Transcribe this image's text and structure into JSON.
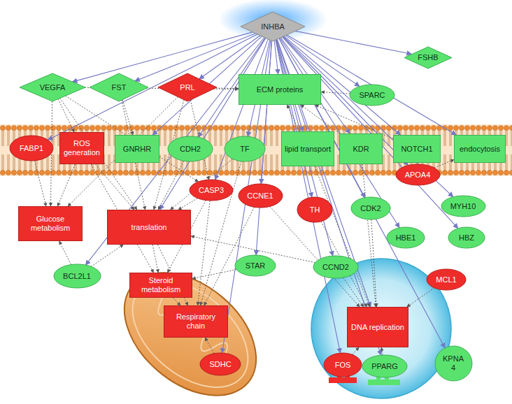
{
  "diagram": {
    "nodes": [
      {
        "text": [
          "INHBA"
        ]
      },
      {
        "text": [
          "FSHB"
        ]
      },
      {
        "text": [
          "VEGFA"
        ]
      },
      {
        "text": [
          "FST"
        ]
      },
      {
        "text": [
          "PRL"
        ]
      },
      {
        "text": [
          "ECM proteins"
        ]
      },
      {
        "text": [
          "SPARC"
        ]
      },
      {
        "text": [
          "FABP1"
        ]
      },
      {
        "text": [
          "ROS generation"
        ]
      },
      {
        "text": [
          "GNRHR"
        ]
      },
      {
        "text": [
          "CDH2"
        ]
      },
      {
        "text": [
          "TF"
        ]
      },
      {
        "text": [
          "lipid transport"
        ]
      },
      {
        "text": [
          "KDR"
        ]
      },
      {
        "text": [
          "NOTCH1"
        ]
      },
      {
        "text": [
          "endocytosis"
        ]
      },
      {
        "text": [
          "APOA4"
        ]
      },
      {
        "text": [
          "CASP3"
        ]
      },
      {
        "text": [
          "CCNE1"
        ]
      },
      {
        "text": [
          "Glucose metabolism"
        ]
      },
      {
        "text": [
          "translation"
        ]
      },
      {
        "text": [
          "TH"
        ]
      },
      {
        "text": [
          "CDK2"
        ]
      },
      {
        "text": [
          "MYH10"
        ]
      },
      {
        "text": [
          "HBE1"
        ]
      },
      {
        "text": [
          "HBZ"
        ]
      },
      {
        "text": [
          "BCL2L1"
        ]
      },
      {
        "text": [
          "STAR"
        ]
      },
      {
        "text": [
          "CCND2"
        ]
      },
      {
        "text": [
          "Steroid metabolism"
        ]
      },
      {
        "text": [
          "MCL1"
        ]
      },
      {
        "text": [
          "Respiratory chain"
        ]
      },
      {
        "text": [
          "DNA replication"
        ]
      },
      {
        "text": [
          "KPNA 4"
        ]
      },
      {
        "text": [
          "SDHC"
        ]
      },
      {
        "text": [
          "FOS"
        ]
      },
      {
        "text": [
          "PPARG"
        ]
      }
    ],
    "edges": [
      {
        "from": 0,
        "to": 1,
        "arrow": "to"
      },
      {
        "from": 0,
        "to": 2,
        "arrow": "to"
      },
      {
        "from": 0,
        "to": 3,
        "arrow": "to"
      },
      {
        "from": 0,
        "to": 4,
        "arrow": "to"
      },
      {
        "from": 0,
        "to": 5,
        "arrow": "to"
      },
      {
        "from": 0,
        "to": 6,
        "arrow": "to"
      },
      {
        "from": 0,
        "to": 7,
        "arrow": "to"
      },
      {
        "from": 0,
        "to": 9,
        "arrow": "to"
      },
      {
        "from": 0,
        "to": 10,
        "arrow": "to"
      },
      {
        "from": 0,
        "to": 11,
        "arrow": "to"
      },
      {
        "from": 0,
        "to": 12,
        "arrow": "to"
      },
      {
        "from": 0,
        "to": 13,
        "arrow": "to"
      },
      {
        "from": 0,
        "to": 14,
        "arrow": "to"
      },
      {
        "from": 0,
        "to": 15,
        "arrow": "to"
      },
      {
        "from": 0,
        "to": 16,
        "arrow": "to"
      },
      {
        "from": 0,
        "to": 17,
        "arrow": "to"
      },
      {
        "from": 0,
        "to": 18,
        "arrow": "to"
      },
      {
        "from": 0,
        "to": 20,
        "arrow": "to"
      },
      {
        "from": 0,
        "to": 21,
        "arrow": "to"
      },
      {
        "from": 0,
        "to": 22,
        "arrow": "to"
      },
      {
        "from": 0,
        "to": 23,
        "arrow": "to"
      },
      {
        "from": 0,
        "to": 24,
        "arrow": "to"
      },
      {
        "from": 0,
        "to": 25,
        "arrow": "to"
      },
      {
        "from": 0,
        "to": 26,
        "arrow": "to"
      },
      {
        "from": 0,
        "to": 27,
        "arrow": "to"
      },
      {
        "from": 0,
        "to": 28,
        "arrow": "to"
      },
      {
        "from": 0,
        "to": 32,
        "arrow": "to"
      },
      {
        "from": 0,
        "to": 33,
        "arrow": "to"
      },
      {
        "from": 0,
        "to": 34,
        "arrow": "to"
      },
      {
        "from": 0,
        "to": 35,
        "arrow": "to"
      },
      {
        "from": 0,
        "to": 36,
        "arrow": "to"
      },
      {
        "from": 2,
        "to": 19,
        "arrow": "to"
      },
      {
        "from": 2,
        "to": 8,
        "arrow": "to"
      },
      {
        "from": 2,
        "to": 20,
        "arrow": "to"
      },
      {
        "from": 2,
        "to": 17,
        "arrow": "to"
      },
      {
        "from": 2,
        "to": 5,
        "arrow": "to"
      },
      {
        "from": 3,
        "to": 9,
        "arrow": "to"
      },
      {
        "from": 3,
        "to": 20,
        "arrow": "to"
      },
      {
        "from": 4,
        "to": 5,
        "arrow": "to"
      },
      {
        "from": 4,
        "to": 19,
        "arrow": "to"
      },
      {
        "from": 4,
        "to": 20,
        "arrow": "to"
      },
      {
        "from": 4,
        "to": 17,
        "arrow": "to"
      },
      {
        "from": 7,
        "to": 19,
        "arrow": "to"
      },
      {
        "from": 8,
        "to": 19,
        "arrow": "to"
      },
      {
        "from": 8,
        "to": 20,
        "arrow": "to"
      },
      {
        "from": 8,
        "to": 29,
        "arrow": "to"
      },
      {
        "from": 26,
        "to": 19,
        "arrow": "to"
      },
      {
        "from": 26,
        "to": 20,
        "arrow": "to"
      },
      {
        "from": 17,
        "to": 20,
        "arrow": "to"
      },
      {
        "from": 17,
        "to": 29,
        "arrow": "to"
      },
      {
        "from": 17,
        "to": 31,
        "arrow": "to"
      },
      {
        "from": 20,
        "to": 29,
        "arrow": "to"
      },
      {
        "from": 20,
        "to": 31,
        "arrow": "to"
      },
      {
        "from": 29,
        "to": 31,
        "arrow": "to"
      },
      {
        "from": 34,
        "to": 31,
        "arrow": "to"
      },
      {
        "from": 10,
        "to": 20,
        "arrow": "to"
      },
      {
        "from": 11,
        "to": 20,
        "arrow": "to"
      },
      {
        "from": 11,
        "to": 31,
        "arrow": "to"
      },
      {
        "from": 12,
        "to": 32,
        "arrow": "to"
      },
      {
        "from": 13,
        "to": 32,
        "arrow": "to"
      },
      {
        "from": 18,
        "to": 32,
        "arrow": "to"
      },
      {
        "from": 22,
        "to": 32,
        "arrow": "to"
      },
      {
        "from": 28,
        "to": 32,
        "arrow": "to"
      },
      {
        "from": 30,
        "to": 32,
        "arrow": "to"
      },
      {
        "from": 35,
        "to": 32,
        "arrow": "to"
      },
      {
        "from": 36,
        "to": 32,
        "arrow": "to"
      },
      {
        "from": 21,
        "to": 32,
        "arrow": "to"
      },
      {
        "from": 13,
        "to": 5,
        "arrow": "to"
      },
      {
        "from": 14,
        "to": 5,
        "arrow": "to"
      },
      {
        "from": 6,
        "to": 5,
        "arrow": "to"
      },
      {
        "from": 12,
        "to": 5,
        "arrow": "to"
      },
      {
        "from": 28,
        "to": 20,
        "arrow": "to"
      },
      {
        "from": 27,
        "to": 29,
        "arrow": "to"
      },
      {
        "from": 16,
        "to": 15,
        "arrow": "to"
      },
      {
        "from": 18,
        "to": 31,
        "arrow": "to"
      }
    ]
  }
}
